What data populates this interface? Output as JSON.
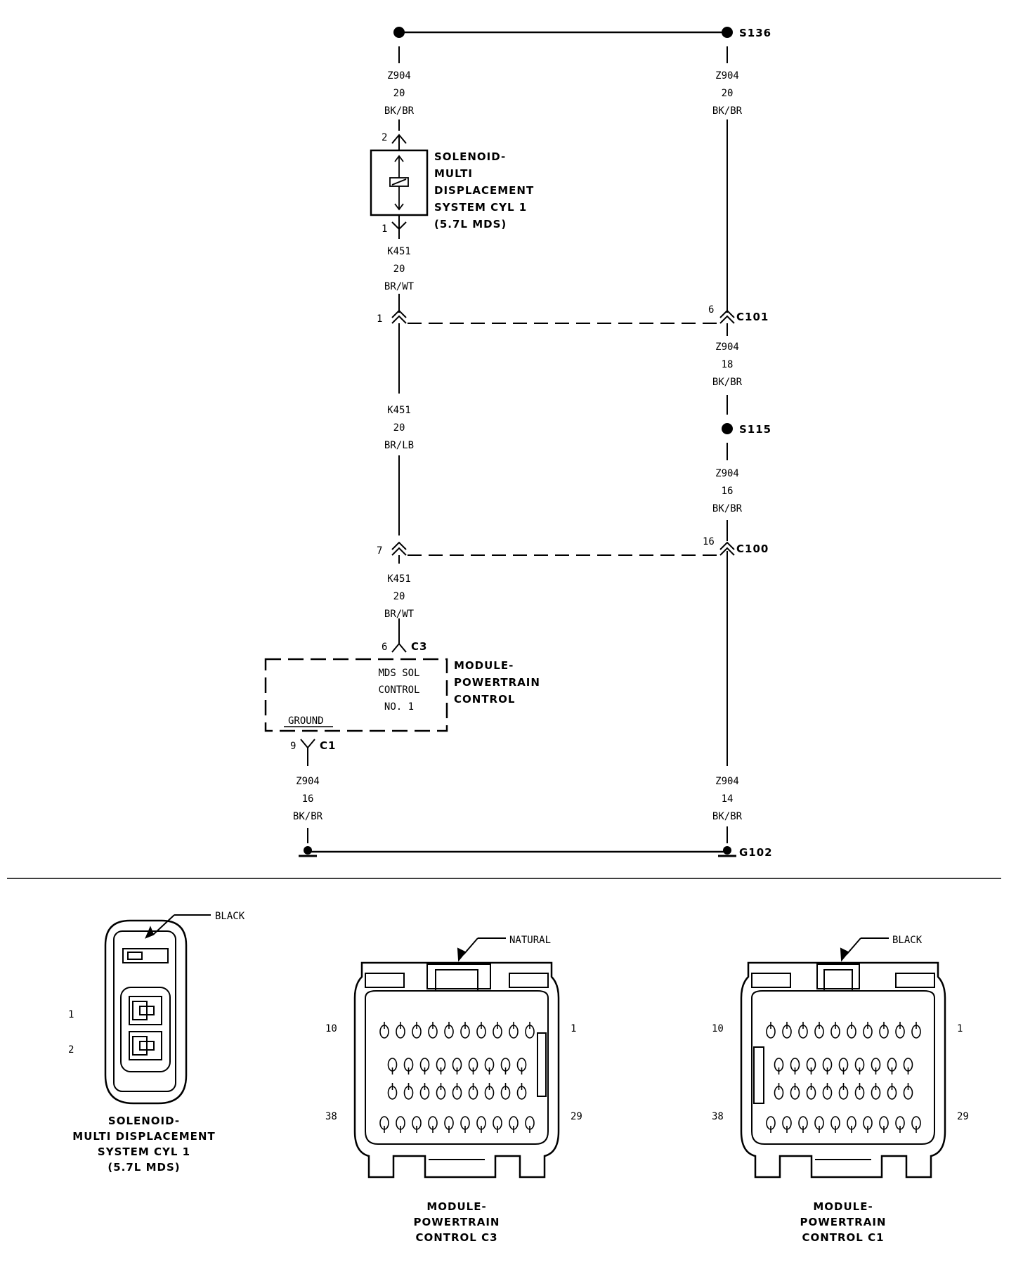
{
  "splices": {
    "s136": "S136",
    "s115": "S115",
    "g102": "G102"
  },
  "wires": {
    "z904_top_left": {
      "circuit": "Z904",
      "gauge": "20",
      "color": "BK/BR"
    },
    "z904_top_right": {
      "circuit": "Z904",
      "gauge": "20",
      "color": "BK/BR"
    },
    "k451_upper": {
      "circuit": "K451",
      "gauge": "20",
      "color": "BR/WT"
    },
    "z904_c101": {
      "circuit": "Z904",
      "gauge": "18",
      "color": "BK/BR"
    },
    "k451_mid": {
      "circuit": "K451",
      "gauge": "20",
      "color": "BR/LB"
    },
    "z904_s115": {
      "circuit": "Z904",
      "gauge": "16",
      "color": "BK/BR"
    },
    "k451_lower": {
      "circuit": "K451",
      "gauge": "20",
      "color": "BR/WT"
    },
    "z904_ground_left": {
      "circuit": "Z904",
      "gauge": "16",
      "color": "BK/BR"
    },
    "z904_ground_right": {
      "circuit": "Z904",
      "gauge": "14",
      "color": "BK/BR"
    }
  },
  "connectors": {
    "c101": {
      "name": "C101",
      "pin_left": "1",
      "pin_right": "6"
    },
    "c100": {
      "name": "C100",
      "pin_left": "7",
      "pin_right": "16"
    },
    "c3": {
      "name": "C3",
      "pin": "6"
    },
    "c1": {
      "name": "C1",
      "pin": "9"
    },
    "solenoid_pin_top": "2",
    "solenoid_pin_bottom": "1"
  },
  "components": {
    "solenoid": [
      "SOLENOID-",
      "MULTI",
      "DISPLACEMENT",
      "SYSTEM CYL 1",
      "(5.7L MDS)"
    ],
    "pcm": [
      "MODULE-",
      "POWERTRAIN",
      "CONTROL"
    ],
    "pcm_internal": [
      "MDS SOL",
      "CONTROL",
      "NO. 1"
    ],
    "pcm_ground": "GROUND"
  },
  "views": {
    "solenoid": {
      "color": "BLACK",
      "pins": [
        "1",
        "2"
      ],
      "caption": [
        "SOLENOID-",
        "MULTI DISPLACEMENT",
        "SYSTEM CYL 1",
        "(5.7L MDS)"
      ]
    },
    "c3": {
      "color": "NATURAL",
      "pins": [
        "10",
        "1",
        "38",
        "29"
      ],
      "caption": [
        "MODULE-",
        "POWERTRAIN",
        "CONTROL C3"
      ]
    },
    "c1": {
      "color": "BLACK",
      "pins": [
        "10",
        "1",
        "38",
        "29"
      ],
      "caption": [
        "MODULE-",
        "POWERTRAIN",
        "CONTROL C1"
      ]
    }
  }
}
